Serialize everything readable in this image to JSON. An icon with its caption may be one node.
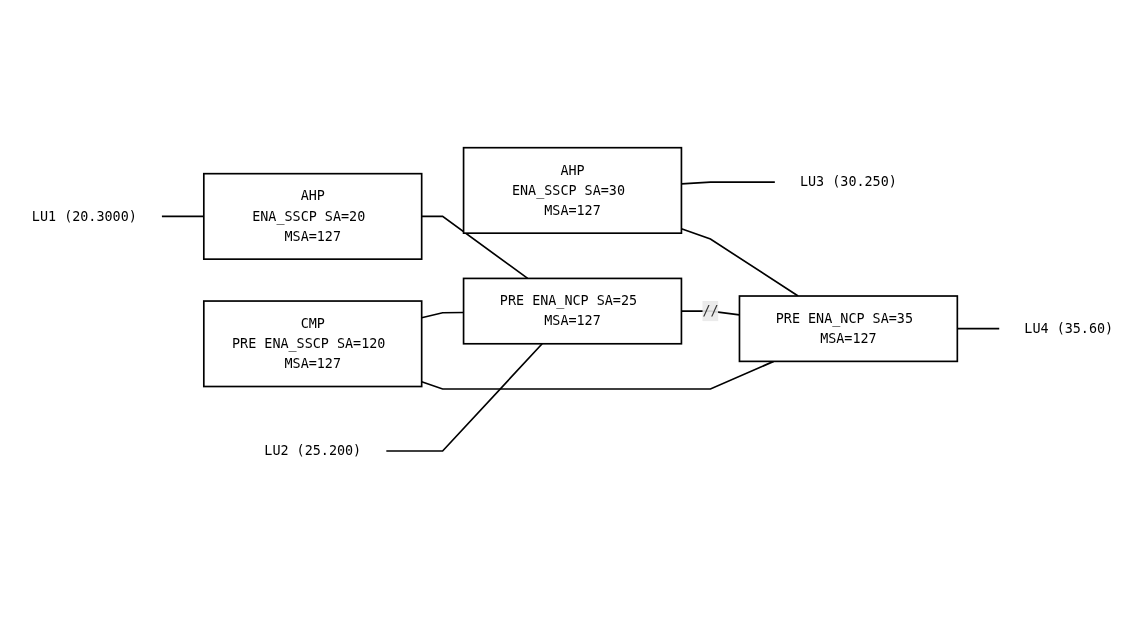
{
  "diagram": {
    "nodes": [
      {
        "text": [
          "AHP",
          "ENA_SSCP SA=20 MSA=127"
        ]
      },
      {
        "text": [
          "CMP",
          "PRE ENA_SSCP SA=120 MSA=127"
        ]
      },
      {
        "text": [
          "AHP",
          "ENA_SSCP SA=30 MSA=127"
        ]
      },
      {
        "text": [
          "LU1 (20.3000)"
        ]
      },
      {
        "text": [
          "LU3 (30.250)"
        ]
      },
      {
        "text": [
          "LU2 (25.200)"
        ]
      },
      {
        "text": [
          "PRE ENA_NCP SA=25 MSA=127"
        ]
      },
      {
        "text": [
          "PRE ENA_NCP SA=35 MSA=127"
        ]
      },
      {
        "text": [
          "LU4 (35.60)"
        ]
      }
    ],
    "edges": [
      {
        "from": 3,
        "to": 0,
        "arrow": "none"
      },
      {
        "from": 2,
        "to": 4,
        "arrow": "none"
      },
      {
        "from": 0,
        "to": 6,
        "arrow": "none"
      },
      {
        "from": 1,
        "to": 6,
        "arrow": "none"
      },
      {
        "from": 1,
        "to": 7,
        "arrow": "none"
      },
      {
        "from": 2,
        "to": 7,
        "arrow": "none"
      },
      {
        "from": 5,
        "to": 6,
        "arrow": "none"
      },
      {
        "from": 6,
        "to": 7,
        "label": "//",
        "arrow": "none"
      },
      {
        "from": 7,
        "to": 8,
        "arrow": "none"
      }
    ]
  }
}
